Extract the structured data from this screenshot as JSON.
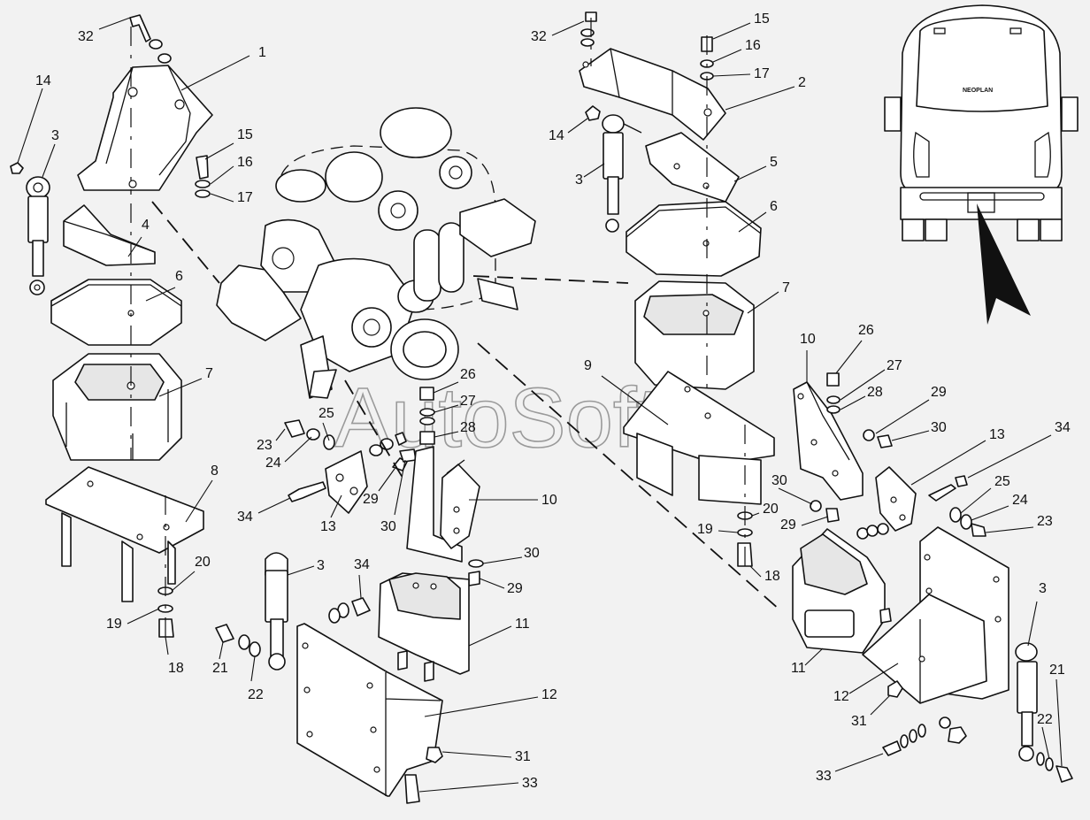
{
  "watermark": "AutoSoft",
  "bus_logo": "NEOPLAN",
  "callouts": [
    {
      "id": "c-32-left",
      "label": "32"
    },
    {
      "id": "c-1",
      "label": "1"
    },
    {
      "id": "c-14-left",
      "label": "14"
    },
    {
      "id": "c-3-left",
      "label": "3"
    },
    {
      "id": "c-15-left",
      "label": "15"
    },
    {
      "id": "c-16-left",
      "label": "16"
    },
    {
      "id": "c-17-left",
      "label": "17"
    },
    {
      "id": "c-4",
      "label": "4"
    },
    {
      "id": "c-6-left",
      "label": "6"
    },
    {
      "id": "c-7-left",
      "label": "7"
    },
    {
      "id": "c-8",
      "label": "8"
    },
    {
      "id": "c-20-left",
      "label": "20"
    },
    {
      "id": "c-19-left",
      "label": "19"
    },
    {
      "id": "c-18-left",
      "label": "18"
    },
    {
      "id": "c-25-center",
      "label": "25"
    },
    {
      "id": "c-23-center",
      "label": "23"
    },
    {
      "id": "c-24-center",
      "label": "24"
    },
    {
      "id": "c-34-center",
      "label": "34"
    },
    {
      "id": "c-13-center",
      "label": "13"
    },
    {
      "id": "c-29-center",
      "label": "29"
    },
    {
      "id": "c-30-center",
      "label": "30"
    },
    {
      "id": "c-26-center",
      "label": "26"
    },
    {
      "id": "c-27-center",
      "label": "27"
    },
    {
      "id": "c-28-center",
      "label": "28"
    },
    {
      "id": "c-10-center",
      "label": "10"
    },
    {
      "id": "c-30-center-b",
      "label": "30"
    },
    {
      "id": "c-29-center-b",
      "label": "29"
    },
    {
      "id": "c-3-center",
      "label": "3"
    },
    {
      "id": "c-34-center-b",
      "label": "34"
    },
    {
      "id": "c-21-center",
      "label": "21"
    },
    {
      "id": "c-22-center",
      "label": "22"
    },
    {
      "id": "c-11-center",
      "label": "11"
    },
    {
      "id": "c-12-center",
      "label": "12"
    },
    {
      "id": "c-31-center",
      "label": "31"
    },
    {
      "id": "c-33-center",
      "label": "33"
    },
    {
      "id": "c-32-right",
      "label": "32"
    },
    {
      "id": "c-15-right",
      "label": "15"
    },
    {
      "id": "c-16-right",
      "label": "16"
    },
    {
      "id": "c-17-right",
      "label": "17"
    },
    {
      "id": "c-2",
      "label": "2"
    },
    {
      "id": "c-14-right",
      "label": "14"
    },
    {
      "id": "c-3-right",
      "label": "3"
    },
    {
      "id": "c-5",
      "label": "5"
    },
    {
      "id": "c-6-right",
      "label": "6"
    },
    {
      "id": "c-7-right",
      "label": "7"
    },
    {
      "id": "c-9",
      "label": "9"
    },
    {
      "id": "c-10-right",
      "label": "10"
    },
    {
      "id": "c-26-right",
      "label": "26"
    },
    {
      "id": "c-27-right",
      "label": "27"
    },
    {
      "id": "c-28-right",
      "label": "28"
    },
    {
      "id": "c-29-right",
      "label": "29"
    },
    {
      "id": "c-30-right",
      "label": "30"
    },
    {
      "id": "c-13-right",
      "label": "13"
    },
    {
      "id": "c-34-right",
      "label": "34"
    },
    {
      "id": "c-30-right-b",
      "label": "30"
    },
    {
      "id": "c-29-right-b",
      "label": "29"
    },
    {
      "id": "c-25-right",
      "label": "25"
    },
    {
      "id": "c-24-right",
      "label": "24"
    },
    {
      "id": "c-23-right",
      "label": "23"
    },
    {
      "id": "c-20-right",
      "label": "20"
    },
    {
      "id": "c-19-right",
      "label": "19"
    },
    {
      "id": "c-18-right",
      "label": "18"
    },
    {
      "id": "c-11-right",
      "label": "11"
    },
    {
      "id": "c-12-right",
      "label": "12"
    },
    {
      "id": "c-31-right",
      "label": "31"
    },
    {
      "id": "c-33-right",
      "label": "33"
    },
    {
      "id": "c-3-far-right",
      "label": "3"
    },
    {
      "id": "c-21-right",
      "label": "21"
    },
    {
      "id": "c-22-right",
      "label": "22"
    }
  ]
}
